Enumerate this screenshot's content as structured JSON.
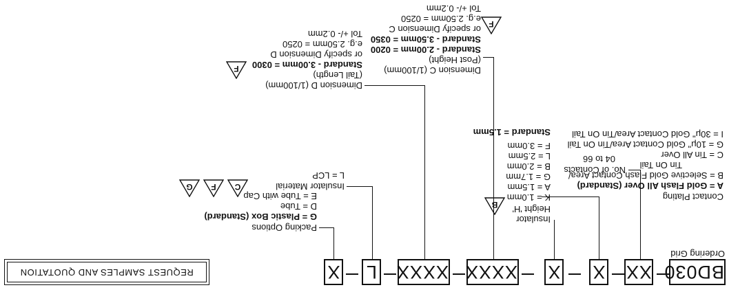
{
  "heading": "Ordering Grid",
  "boxes": [
    "BD030",
    "XX",
    "X",
    "X",
    "XXXX",
    "XXXX",
    "L",
    "X"
  ],
  "request_label": "REQUEST SAMPLES AND QUOTATION",
  "contacts": {
    "title": "No. of Contacts",
    "range": "04 to 66"
  },
  "plating": {
    "title": "Contact Plating",
    "options": [
      "A = Gold Flash All Over (Standard)",
      "B = Selective Gold Flash Contact Area/",
      "Tin On Tail",
      "C = Tin All Over",
      "G = 10μ\" Gold Contact Area/Tin On Tail",
      "I = 30μ\" Gold Contact Area/Tin On Tail"
    ]
  },
  "insulator": {
    "title_lines": [
      "Insulator",
      "Height 'H'"
    ],
    "badge": "B",
    "options": [
      "K = 1.0mm",
      "A = 1.5mm",
      "G = 1.7mm",
      "B = 2.0mm",
      "L = 2.5mm",
      "F = 3.0mm"
    ],
    "standard": "Standard = 1.5mm"
  },
  "dim_c": {
    "lines": [
      "Dimension C (1/100mm)",
      "(Post Height)"
    ],
    "std1": "Standard - 2.00mm = 0200",
    "std2": "Standard - 3.50mm = 0350",
    "extra": [
      "or specify Dimension C",
      "e.g. 2.50mm = 0250",
      "Tol +/- 0.2mm"
    ],
    "badge": "F"
  },
  "dim_d": {
    "lines": [
      "Dimension D (1/100mm)",
      "(Tail Length)"
    ],
    "std": "Standard - 3.00mm = 0300",
    "extra": [
      "or specify Dimension D",
      "e.g. 2.50mm = 0250",
      "Tol +/- 0.2mm"
    ],
    "badge": "F"
  },
  "material": {
    "title": "Insulator Material",
    "option": "L = LCP",
    "badges": [
      "C",
      "F",
      "G"
    ]
  },
  "packing": {
    "title": "Packing Options",
    "options": [
      "G = Plastic Box (Standard)",
      "D = Tube",
      "E = Tube with Cap"
    ]
  }
}
